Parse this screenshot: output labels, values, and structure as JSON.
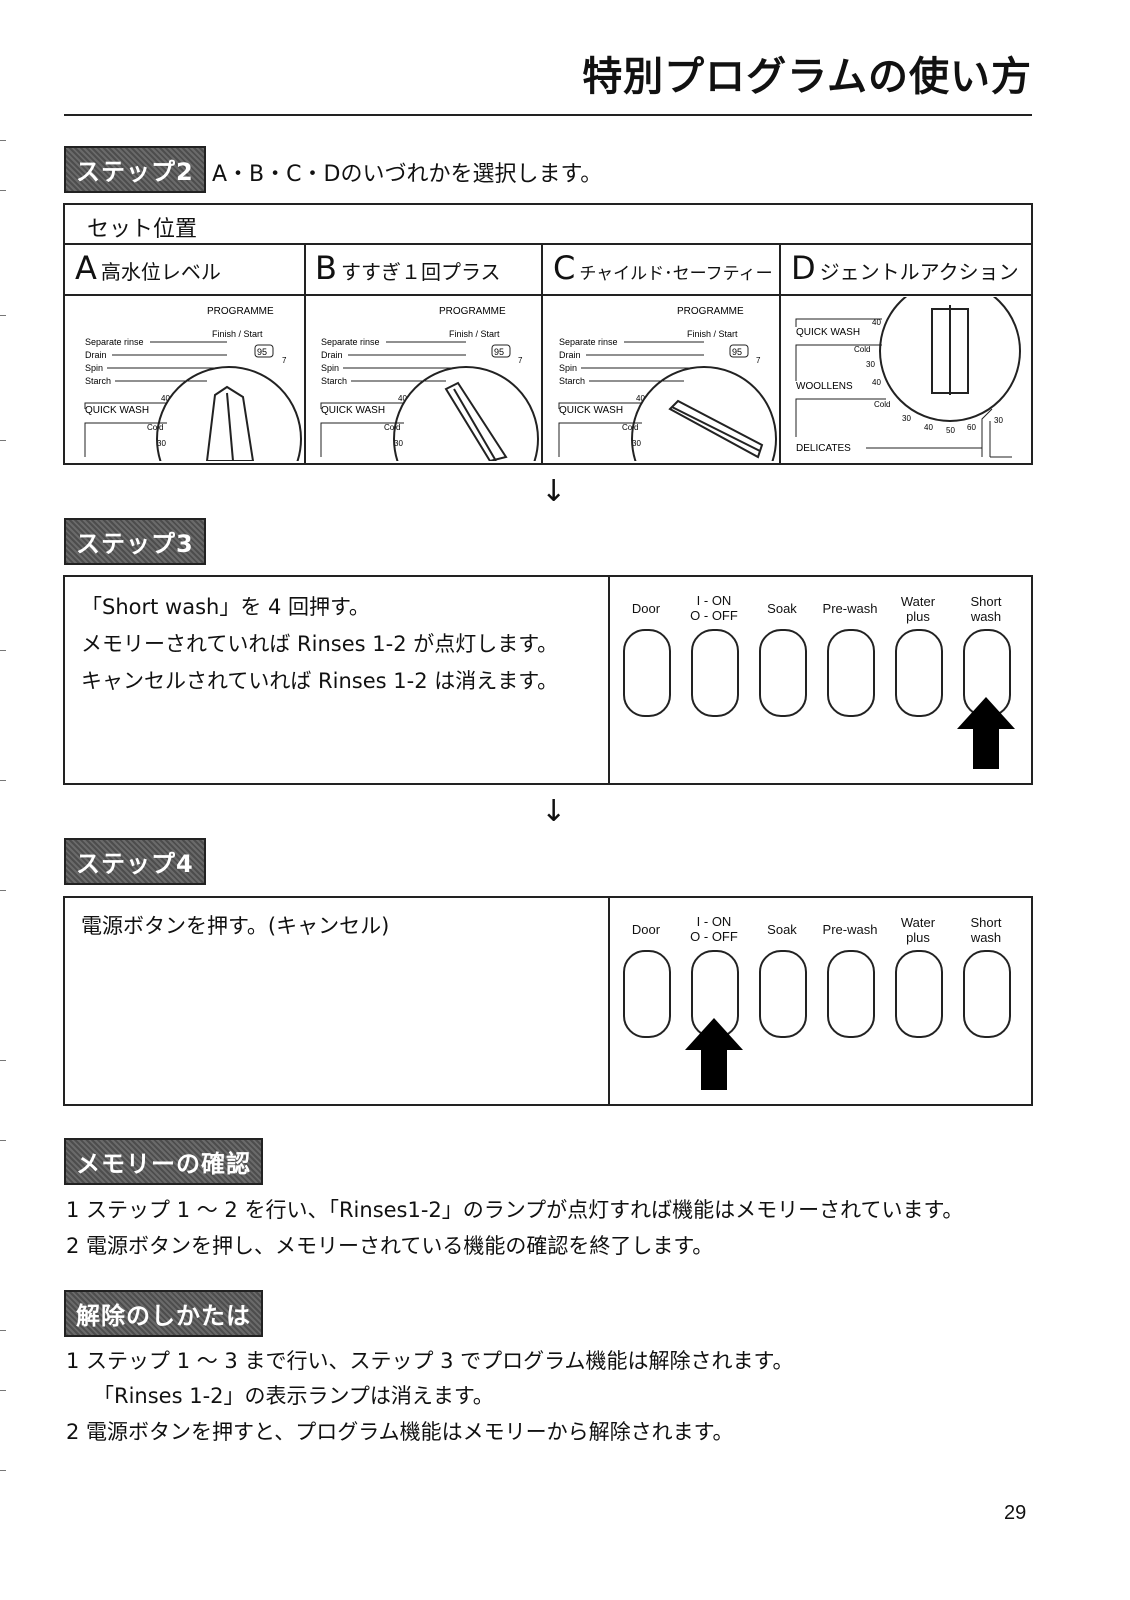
{
  "header": {
    "title": "特別プログラムの使い方"
  },
  "step2": {
    "tag": "ステップ2",
    "text": "A・B・C・Dのいづれかを選択します。",
    "table_title": "セット位置",
    "cells": [
      {
        "letter": "A",
        "label": "高水位レベル"
      },
      {
        "letter": "B",
        "label": "すすぎ１回プラス"
      },
      {
        "letter": "C",
        "label": "チャイルド･セーフティー"
      },
      {
        "letter": "D",
        "label": "ジェントルアクション"
      }
    ],
    "dial": {
      "programme": "PROGRAMME",
      "finish_start": "Finish / Start",
      "separate_rinse": "Separate rinse",
      "drain": "Drain",
      "spin": "Spin",
      "starch": "Starch",
      "quick_wash": "QUICK WASH",
      "cold": "Cold",
      "t95": "95",
      "t40": "40",
      "t30": "30",
      "t7": "7",
      "woollens": "WOOLLENS",
      "delicates": "DELICATES",
      "t50": "50",
      "t60": "60"
    }
  },
  "step3": {
    "tag": "ステップ3",
    "lines": [
      "「Short wash」を 4 回押す。",
      "メモリーされていれば Rinses 1-2 が点灯します。",
      "キャンセルされていれば Rinses 1-2 は消えます。"
    ]
  },
  "step4": {
    "tag": "ステップ4",
    "lines": [
      "電源ボタンを押す。(キャンセル)"
    ]
  },
  "buttons": [
    {
      "line1": "Door",
      "line2": ""
    },
    {
      "line1": "I - ON",
      "line2": "O - OFF"
    },
    {
      "line1": "Soak",
      "line2": ""
    },
    {
      "line1": "Pre-wash",
      "line2": ""
    },
    {
      "line1": "Water",
      "line2": "plus"
    },
    {
      "line1": "Short",
      "line2": "wash"
    }
  ],
  "memory_check": {
    "tag": "メモリーの確認",
    "items": [
      "1 ステップ 1 ～ 2 を行い、「Rinses1-2」のランプが点灯すれば機能はメモリーされています。",
      "2 電源ボタンを押し、メモリーされている機能の確認を終了します。"
    ]
  },
  "cancel": {
    "tag": "解除のしかたは",
    "items": [
      "1 ステップ 1 ～ 3 まで行い、ステップ 3 でプログラム機能は解除されます。",
      "「Rinses 1-2」の表示ランプは消えます。",
      "2 電源ボタンを押すと、プログラム機能はメモリーから解除されます。"
    ]
  },
  "page_number": "29"
}
